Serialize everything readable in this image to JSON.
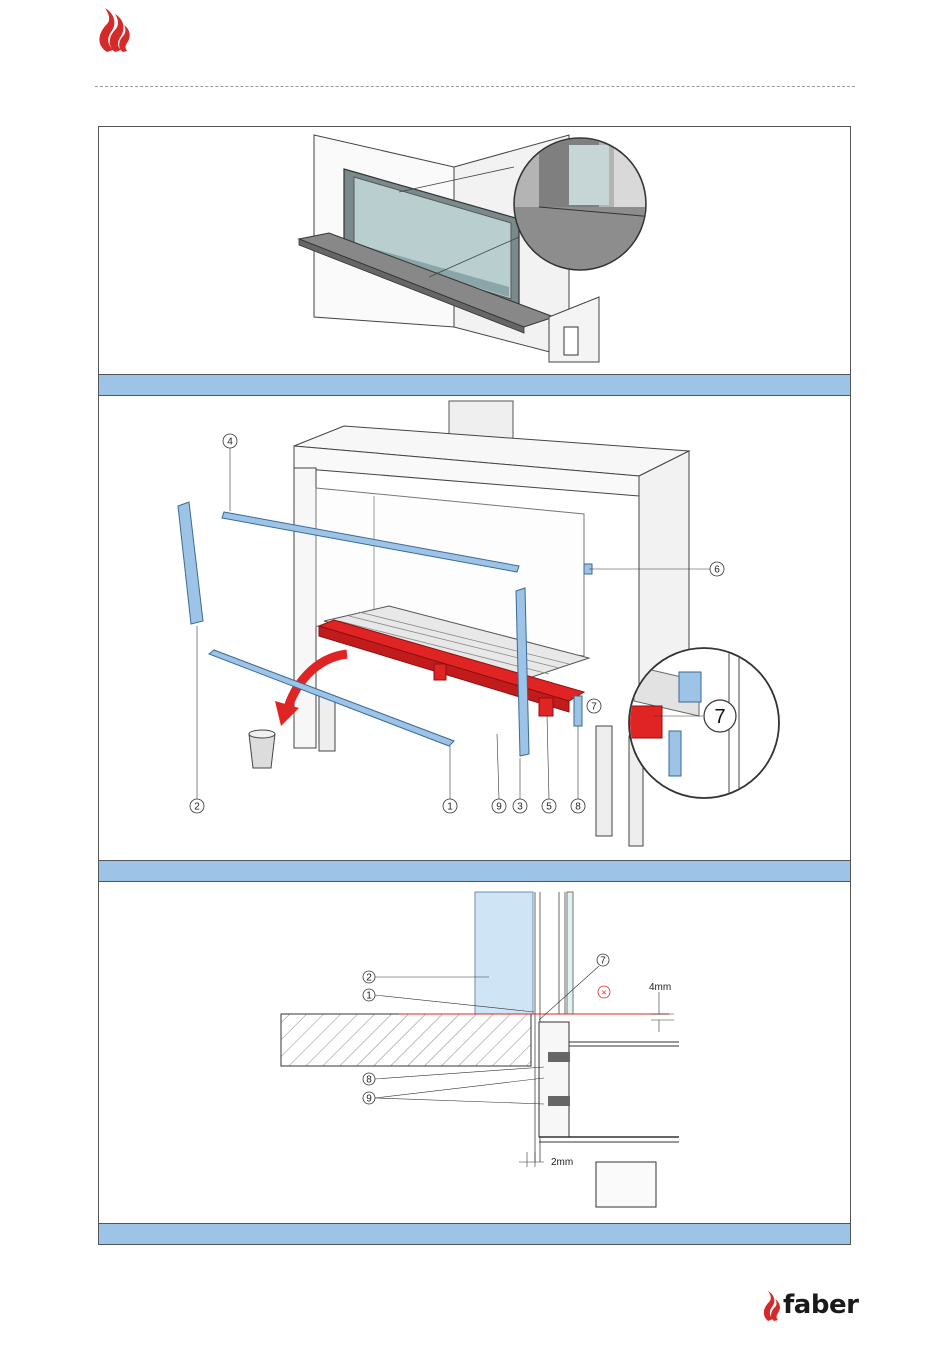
{
  "header": {
    "logo_icon": "flame-icon"
  },
  "figure1": {
    "caption": ""
  },
  "figure2": {
    "caption": "",
    "callouts": [
      "4",
      "6",
      "7",
      "2",
      "1",
      "9",
      "3",
      "5",
      "8"
    ],
    "zoom_label": "7"
  },
  "figure3": {
    "caption": "",
    "callouts": [
      "2",
      "1",
      "7",
      "8",
      "9"
    ],
    "dim_top": "4mm",
    "dim_bottom": "2mm",
    "cross_mark": "×"
  },
  "footer": {
    "brand_name": "faber",
    "brand_icon": "flame-icon"
  },
  "colors": {
    "accent_red": "#e02424",
    "part_blue": "#9dc3e6",
    "caption_bar": "#9dc3e6"
  }
}
